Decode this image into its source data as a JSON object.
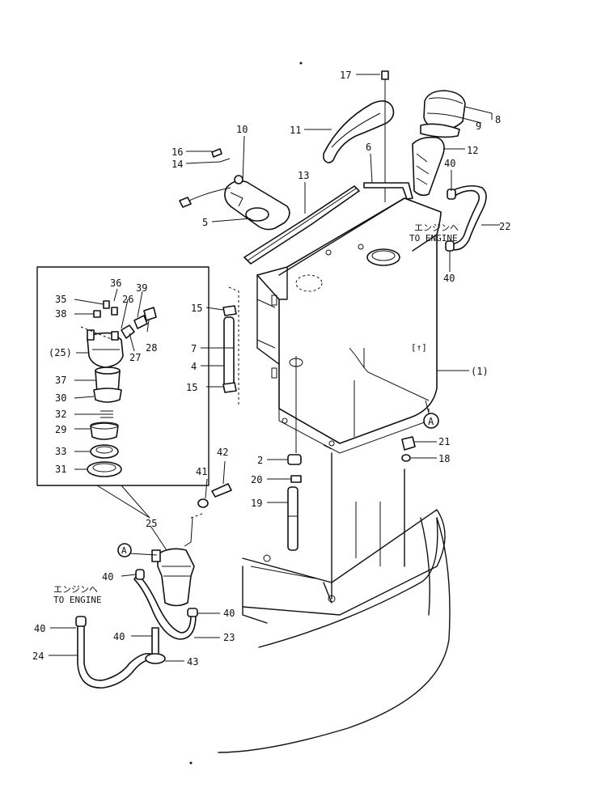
{
  "labels": {
    "p1": "(1)",
    "p2": "2",
    "p4": "4",
    "p5": "5",
    "p6": "6",
    "p7": "7",
    "p8": "8",
    "p9": "9",
    "p10": "10",
    "p11": "11",
    "p12": "12",
    "p13": "13",
    "p14": "14",
    "p15a": "15",
    "p15b": "15",
    "p16": "16",
    "p17": "17",
    "p18": "18",
    "p19": "19",
    "p20": "20",
    "p21": "21",
    "p22": "22",
    "p23": "23",
    "p24": "24",
    "p25": "25",
    "p25b": "(25)",
    "p26": "26",
    "p27": "27",
    "p28": "28",
    "p29": "29",
    "p30": "30",
    "p31": "31",
    "p32": "32",
    "p33": "33",
    "p35": "35",
    "p36": "36",
    "p37": "37",
    "p38": "38",
    "p39": "39",
    "p40a": "40",
    "p40b": "40",
    "p40c": "40",
    "p40d": "40",
    "p40e": "40",
    "p40f": "40",
    "p41": "41",
    "p42": "42",
    "p43": "43"
  },
  "engine_note_right": {
    "jp": "エンジンへ",
    "en": "TO ENGINE"
  },
  "engine_note_left": {
    "jp": "エンジンへ",
    "en": "TO ENGINE"
  },
  "ref_marks": {
    "a1": "A",
    "a2": "A"
  }
}
